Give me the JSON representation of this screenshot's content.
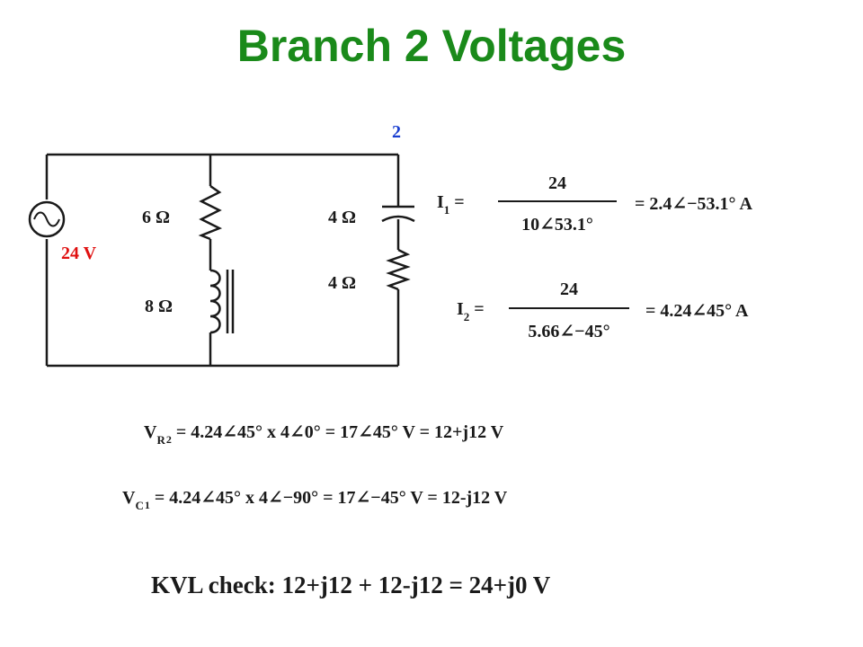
{
  "slide": {
    "title": "Branch 2 Voltages"
  },
  "circuit": {
    "node_label": "2",
    "source_label": "24 V",
    "r1_label": "6 Ω",
    "l1_label": "8 Ω",
    "c1_label": "4 Ω",
    "r2_label": "4 Ω",
    "source_icon": "ac-voltage-source-icon",
    "accent_red": "#e01010",
    "accent_blue": "#1a3fd0"
  },
  "equations": {
    "i1": {
      "lhs_main": "I",
      "lhs_sub": "1",
      "lhs_eq": " =",
      "numerator": "24",
      "denominator": "10∠53.1°",
      "result": "= 2.4∠−53.1° A"
    },
    "i2": {
      "lhs_main": "I",
      "lhs_sub": "2",
      "lhs_eq": " =",
      "numerator": "24",
      "denominator": "5.66∠−45°",
      "result": "= 4.24∠45° A"
    },
    "vr2": {
      "lhs_main": "V",
      "lhs_sub": "R",
      "lhs_sub2": "2",
      "rhs": " = 4.24∠45° x 4∠0° = 17∠45° V = 12+j12 V"
    },
    "vc1": {
      "lhs_main": "V",
      "lhs_sub": "C",
      "lhs_sub2": "1",
      "rhs": " = 4.24∠45° x 4∠−90° = 17∠−45° V = 12-j12 V"
    },
    "kvl": "KVL check: 12+j12 + 12-j12 = 24+j0 V"
  },
  "colors": {
    "title_green": "#1a8a1a",
    "ink": "#1a1a1a"
  }
}
